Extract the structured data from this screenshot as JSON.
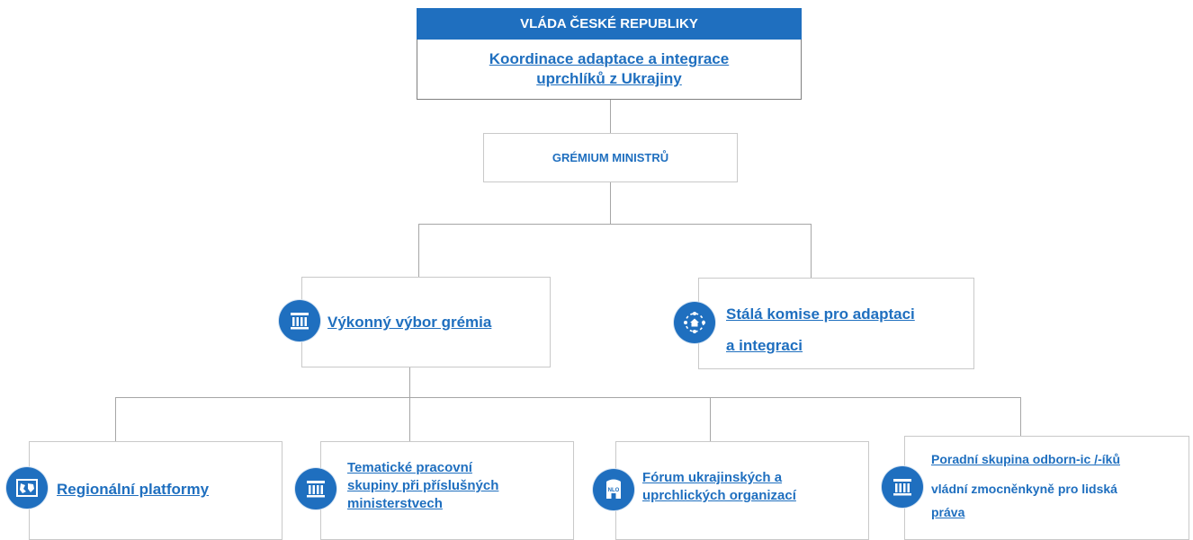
{
  "diagram": {
    "government": {
      "title": "VLÁDA ČESKÉ REPUBLIKY",
      "subtitle_line1": "Koordinace adaptace a integrace",
      "subtitle_line2": "uprchlíků z Ukrajiny"
    },
    "gremium": {
      "label": "GRÉMIUM MINISTRŮ"
    },
    "executive_committee": {
      "label": "Výkonný výbor grémia",
      "icon": "government-building-icon"
    },
    "standing_commission": {
      "label_line1": "Stálá komise pro adaptaci",
      "label_line2": "a integraci",
      "icon": "home-network-icon"
    },
    "children": [
      {
        "lines": [
          "Regionální platformy"
        ],
        "icon": "map-icon"
      },
      {
        "lines": [
          "Tematické pracovní",
          "skupiny při příslušných",
          "ministerstvech"
        ],
        "icon": "government-building-icon"
      },
      {
        "lines": [
          "Fórum ukrajinských a",
          "uprchlických organizací"
        ],
        "icon": "nlo-building-icon",
        "icon_text": "NLO"
      },
      {
        "lines": [
          "Poradní skupina odborn-ic /-íků",
          "vládní zmocněnkyně pro lidská",
          "práva"
        ],
        "icon": "government-building-icon"
      }
    ]
  }
}
